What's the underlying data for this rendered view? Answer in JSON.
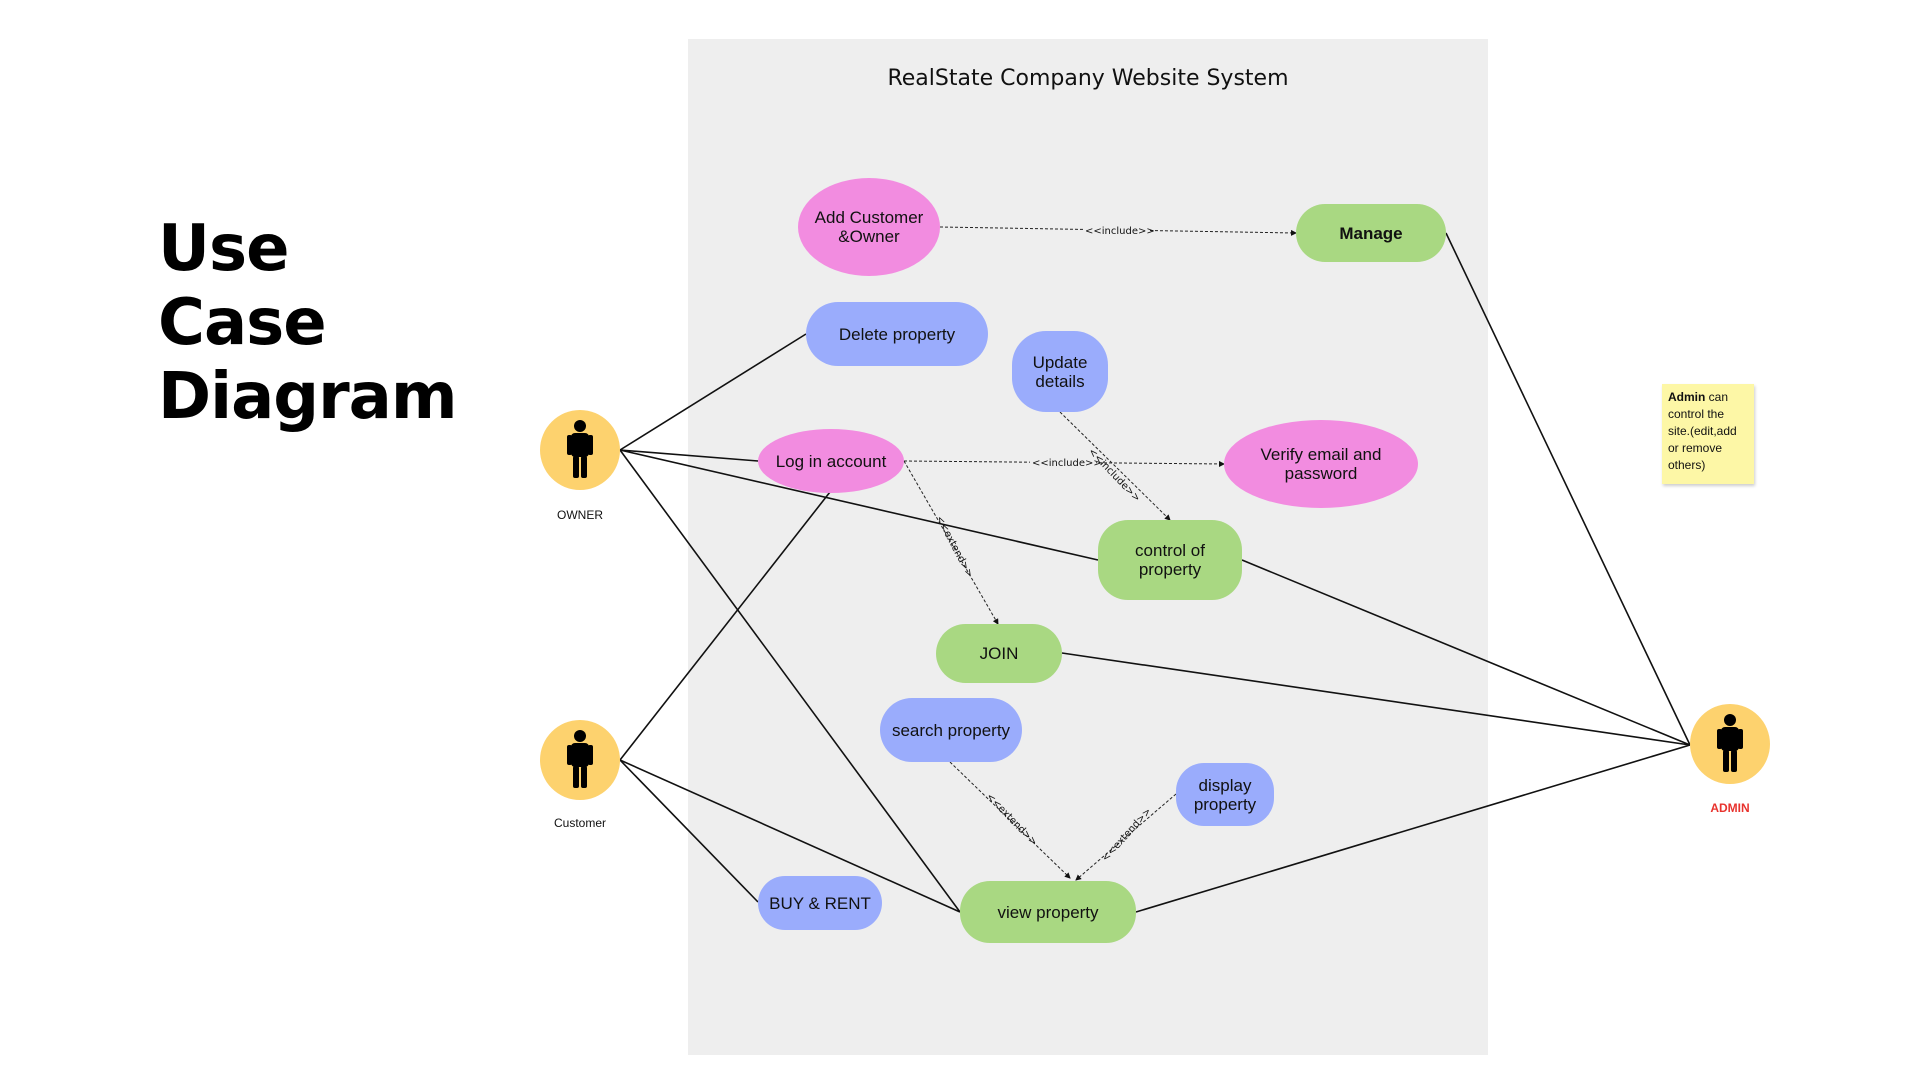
{
  "diagram_title": [
    "Use",
    "Case",
    "Diagram"
  ],
  "system_title": "RealState Company Website System",
  "actors": {
    "owner": "OWNER",
    "customer": "Customer",
    "admin": "ADMIN"
  },
  "use_cases": {
    "add_customer_owner": "Add Customer &Owner",
    "manage": "Manage",
    "delete_property": "Delete property",
    "update_details": "Update details",
    "log_in_account": "Log in account",
    "verify_email": "Verify email and password",
    "control_property": "control of property",
    "join": "JOIN",
    "search_property": "search property",
    "display_property": "display property",
    "buy_rent": "BUY & RENT",
    "view_property": "view property"
  },
  "relations": {
    "include": "<<include>>",
    "extend": "<<extend>>"
  },
  "note": {
    "bold": "Admin",
    "text": " can control the site.(edit,add or remove others)"
  },
  "colors": {
    "pink": "#f28ce0",
    "blue": "#9aacfc",
    "green": "#a9d882",
    "actor": "#fdd26e",
    "note": "#fdf7a6",
    "admin_label": "#e8332e",
    "system_bg": "#eeeeee"
  }
}
